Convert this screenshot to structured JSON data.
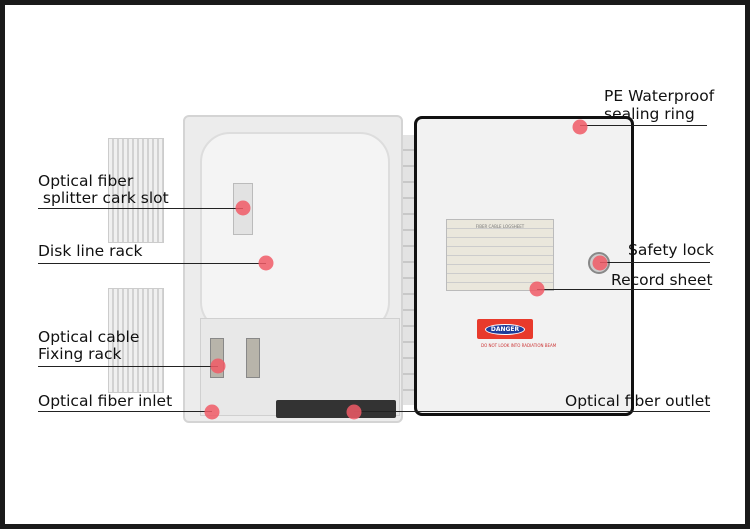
{
  "labels": {
    "splitter_slot_line1": "Optical fiber",
    "splitter_slot_line2": " splitter cark slot",
    "disk_line_rack": "Disk line rack",
    "cable_fixing_line1": "Optical cable",
    "cable_fixing_line2": "Fixing rack",
    "fiber_inlet": "Optical fiber inlet",
    "fiber_outlet": "Optical fiber outlet",
    "sealing_ring_line1": "PE Waterproof",
    "sealing_ring_line2": "sealing ring",
    "safety_lock": "Safety lock",
    "record_sheet": "Record sheet"
  },
  "product_text": {
    "sheet_title": "FIBER CABLE LOGSHEET",
    "danger": "DANGER",
    "warning": "DO NOT LOOK INTO RADIATION BEAM"
  },
  "colors": {
    "marker": "#f05a66",
    "lid_seal": "#111111"
  }
}
